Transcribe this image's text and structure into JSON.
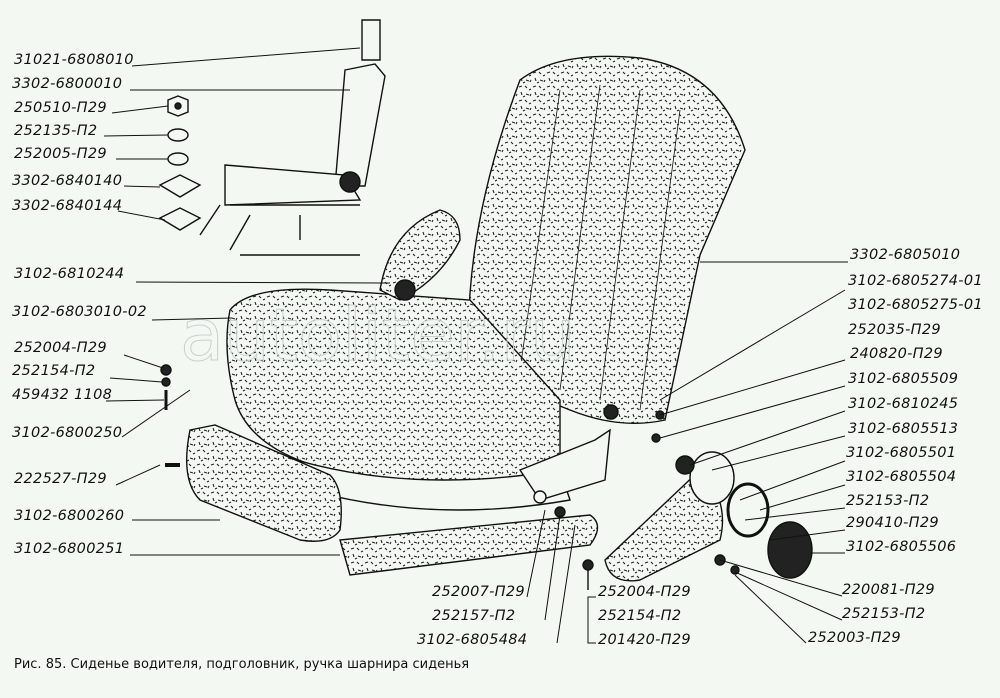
{
  "caption": "Рис. 85. Сиденье водителя, подголовник, ручка шарнира сиденья",
  "watermark": "autoliter.ru",
  "labels_left": [
    "31021-6808010",
    "3302-6800010",
    "250510-П29",
    "252135-П2",
    "252005-П29",
    "3302-6840140",
    "3302-6840144",
    "3102-6810244",
    "3102-6803010-02",
    "252004-П29",
    "252154-П2",
    "459432 1108",
    "3102-6800250",
    "222527-П29",
    "3102-6800260",
    "3102-6800251"
  ],
  "labels_right": [
    "3302-6805010",
    "3102-6805274-01",
    "3102-6805275-01",
    "252035-П29",
    "240820-П29",
    "3102-6805509",
    "3102-6810245",
    "3102-6805513",
    "3102-6805501",
    "3102-6805504",
    "252153-П2",
    "290410-П29",
    "3102-6805506",
    "220081-П29",
    "252153-П2",
    "252003-П29"
  ],
  "labels_bottom": [
    "252007-П29",
    "252157-П2",
    "3102-6805484",
    "252004-П29",
    "252154-П2",
    "201420-П29"
  ]
}
